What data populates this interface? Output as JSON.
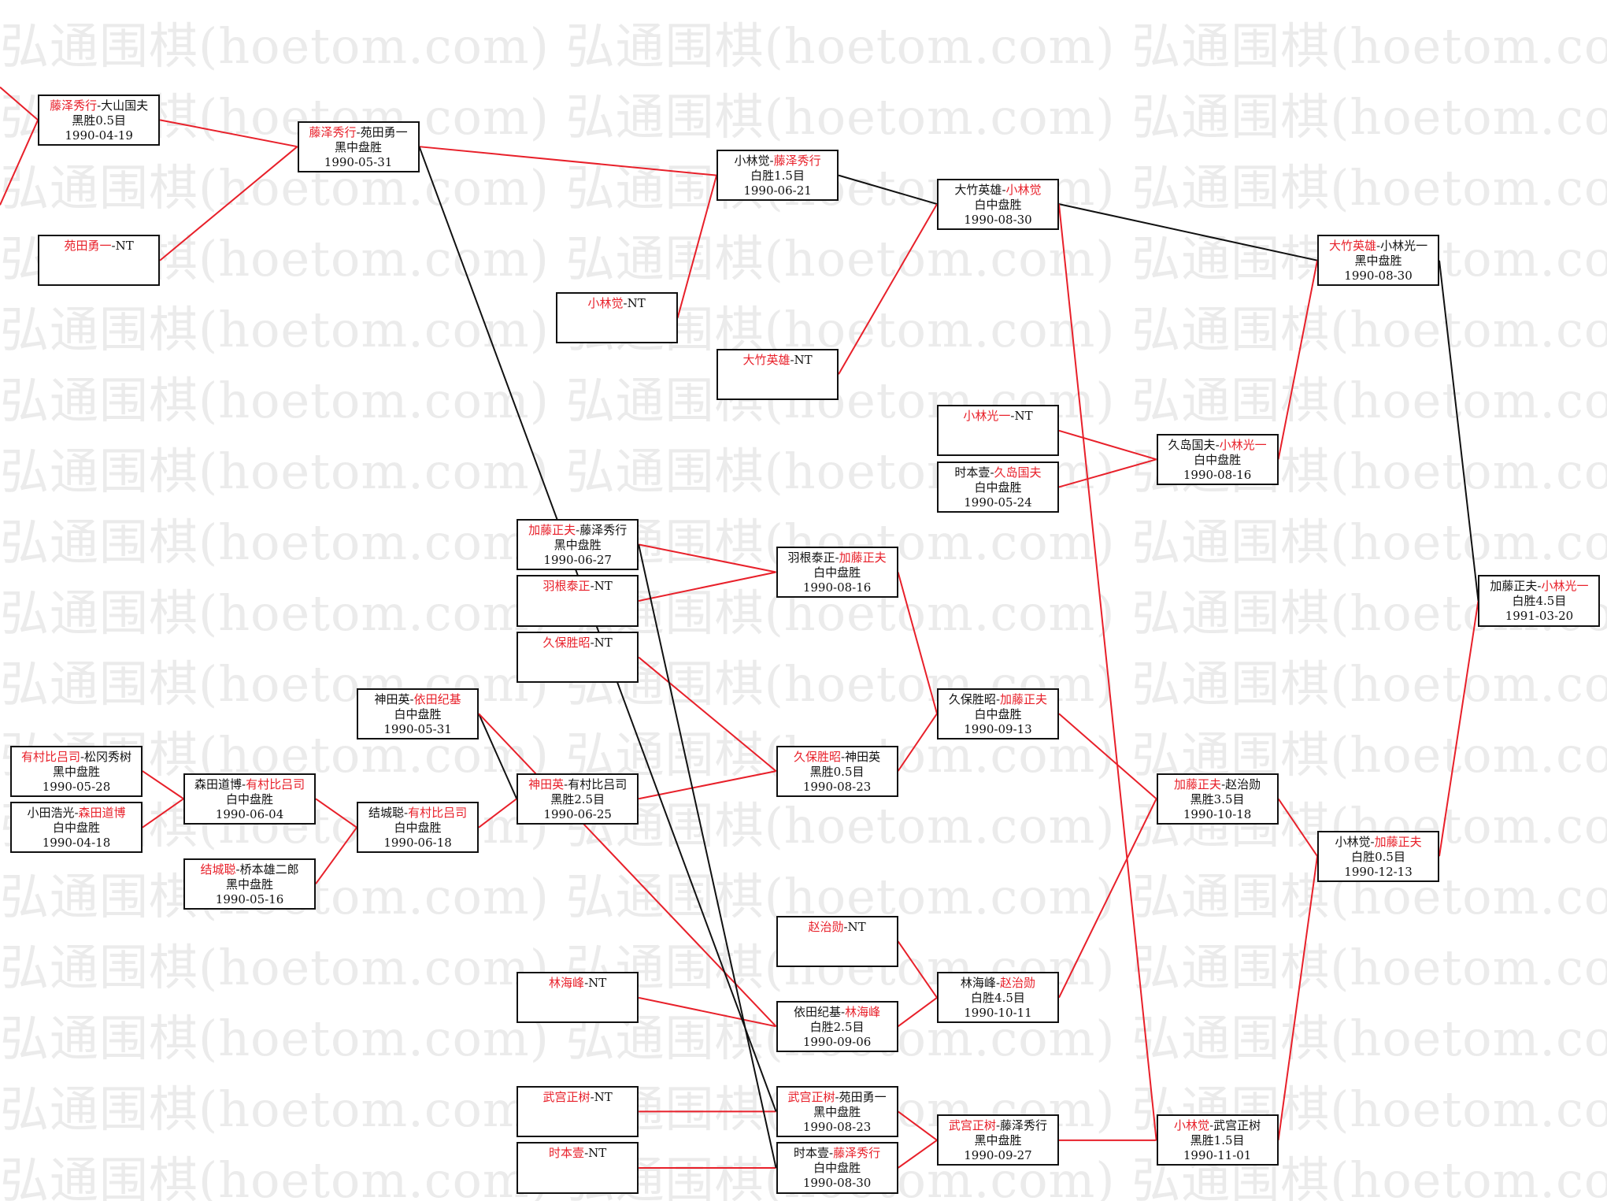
{
  "watermark": "弘通围棋(hoetom.com)",
  "colors": {
    "winner": "#e8202a",
    "loser": "#111111",
    "line_red": "#e8202a",
    "line_black": "#111111",
    "watermark": "#ebebeb"
  },
  "nodes": [
    {
      "id": "n1",
      "p1": "藤泽秀行",
      "p2": "大山国夫",
      "winner": 1,
      "result": "黑胜0.5目",
      "date": "1990-04-19"
    },
    {
      "id": "n2",
      "p1": "苑田勇一",
      "p2": "NT",
      "winner": 1,
      "result": "",
      "date": ""
    },
    {
      "id": "n3",
      "p1": "藤泽秀行",
      "p2": "苑田勇一",
      "winner": 1,
      "result": "黑中盘胜",
      "date": "1990-05-31"
    },
    {
      "id": "n4",
      "p1": "小林觉",
      "p2": "藤泽秀行",
      "winner": 2,
      "result": "白胜1.5目",
      "date": "1990-06-21"
    },
    {
      "id": "n5",
      "p1": "小林觉",
      "p2": "NT",
      "winner": 1,
      "result": "",
      "date": ""
    },
    {
      "id": "n6",
      "p1": "大竹英雄",
      "p2": "NT",
      "winner": 1,
      "result": "",
      "date": ""
    },
    {
      "id": "n7",
      "p1": "大竹英雄",
      "p2": "小林觉",
      "winner": 2,
      "result": "白中盘胜",
      "date": "1990-08-30"
    },
    {
      "id": "n8",
      "p1": "大竹英雄",
      "p2": "小林光一",
      "winner": 1,
      "result": "黑中盘胜",
      "date": "1990-08-30"
    },
    {
      "id": "n9",
      "p1": "小林光一",
      "p2": "NT",
      "winner": 1,
      "result": "",
      "date": ""
    },
    {
      "id": "n10",
      "p1": "时本壹",
      "p2": "久岛国夫",
      "winner": 2,
      "result": "白中盘胜",
      "date": "1990-05-24"
    },
    {
      "id": "n11",
      "p1": "久岛国夫",
      "p2": "小林光一",
      "winner": 2,
      "result": "白中盘胜",
      "date": "1990-08-16"
    },
    {
      "id": "n12",
      "p1": "加藤正夫",
      "p2": "小林光一",
      "winner": 2,
      "result": "白胜4.5目",
      "date": "1991-03-20"
    },
    {
      "id": "n13",
      "p1": "加藤正夫",
      "p2": "藤泽秀行",
      "winner": 1,
      "result": "黑中盘胜",
      "date": "1990-06-27"
    },
    {
      "id": "n14",
      "p1": "羽根泰正",
      "p2": "NT",
      "winner": 1,
      "result": "",
      "date": ""
    },
    {
      "id": "n15",
      "p1": "久保胜昭",
      "p2": "NT",
      "winner": 1,
      "result": "",
      "date": ""
    },
    {
      "id": "n16",
      "p1": "羽根泰正",
      "p2": "加藤正夫",
      "winner": 2,
      "result": "白中盘胜",
      "date": "1990-08-16"
    },
    {
      "id": "n17",
      "p1": "久保胜昭",
      "p2": "加藤正夫",
      "winner": 2,
      "result": "白中盘胜",
      "date": "1990-09-13"
    },
    {
      "id": "n18",
      "p1": "神田英",
      "p2": "依田纪基",
      "winner": 2,
      "result": "白中盘胜",
      "date": "1990-05-31"
    },
    {
      "id": "n19",
      "p1": "有村比吕司",
      "p2": "松冈秀树",
      "winner": 1,
      "result": "黑中盘胜",
      "date": "1990-05-28"
    },
    {
      "id": "n20",
      "p1": "小田浩光",
      "p2": "森田道博",
      "winner": 2,
      "result": "白中盘胜",
      "date": "1990-04-18"
    },
    {
      "id": "n21",
      "p1": "森田道博",
      "p2": "有村比吕司",
      "winner": 2,
      "result": "白中盘胜",
      "date": "1990-06-04"
    },
    {
      "id": "n22",
      "p1": "结城聪",
      "p2": "桥本雄二郎",
      "winner": 1,
      "result": "黑中盘胜",
      "date": "1990-05-16"
    },
    {
      "id": "n23",
      "p1": "结城聪",
      "p2": "有村比吕司",
      "winner": 2,
      "result": "白中盘胜",
      "date": "1990-06-18"
    },
    {
      "id": "n24",
      "p1": "神田英",
      "p2": "有村比吕司",
      "winner": 1,
      "result": "黑胜2.5目",
      "date": "1990-06-25"
    },
    {
      "id": "n25",
      "p1": "久保胜昭",
      "p2": "神田英",
      "winner": 1,
      "result": "黑胜0.5目",
      "date": "1990-08-23"
    },
    {
      "id": "n26",
      "p1": "加藤正夫",
      "p2": "赵治勋",
      "winner": 1,
      "result": "黑胜3.5目",
      "date": "1990-10-18"
    },
    {
      "id": "n27",
      "p1": "小林觉",
      "p2": "加藤正夫",
      "winner": 2,
      "result": "白胜0.5目",
      "date": "1990-12-13"
    },
    {
      "id": "n28",
      "p1": "赵治勋",
      "p2": "NT",
      "winner": 1,
      "result": "",
      "date": ""
    },
    {
      "id": "n29",
      "p1": "林海峰",
      "p2": "赵治勋",
      "winner": 2,
      "result": "白胜4.5目",
      "date": "1990-10-11"
    },
    {
      "id": "n30",
      "p1": "林海峰",
      "p2": "NT",
      "winner": 1,
      "result": "",
      "date": ""
    },
    {
      "id": "n31",
      "p1": "依田纪基",
      "p2": "林海峰",
      "winner": 2,
      "result": "白胜2.5目",
      "date": "1990-09-06"
    },
    {
      "id": "n32",
      "p1": "武宫正树",
      "p2": "NT",
      "winner": 1,
      "result": "",
      "date": ""
    },
    {
      "id": "n33",
      "p1": "武宫正树",
      "p2": "苑田勇一",
      "winner": 1,
      "result": "黑中盘胜",
      "date": "1990-08-23"
    },
    {
      "id": "n34",
      "p1": "时本壹",
      "p2": "NT",
      "winner": 1,
      "result": "",
      "date": ""
    },
    {
      "id": "n35",
      "p1": "时本壹",
      "p2": "藤泽秀行",
      "winner": 2,
      "result": "白中盘胜",
      "date": "1990-08-30"
    },
    {
      "id": "n36",
      "p1": "武宫正树",
      "p2": "藤泽秀行",
      "winner": 1,
      "result": "黑中盘胜",
      "date": "1990-09-27"
    },
    {
      "id": "n37",
      "p1": "小林觉",
      "p2": "武宫正树",
      "winner": 1,
      "result": "黑胜1.5目",
      "date": "1990-11-01"
    }
  ],
  "edges": [
    [
      "off",
      "n1",
      "red"
    ],
    [
      "off",
      "n1",
      "red"
    ],
    [
      "n1",
      "n3",
      "red"
    ],
    [
      "n2",
      "n3",
      "red"
    ],
    [
      "n3",
      "n4",
      "red"
    ],
    [
      "n5",
      "n4",
      "red"
    ],
    [
      "n4",
      "n7",
      "black"
    ],
    [
      "n6",
      "n7",
      "red"
    ],
    [
      "n7",
      "n8",
      "black"
    ],
    [
      "n7",
      "n37",
      "red"
    ],
    [
      "n9",
      "n11",
      "red"
    ],
    [
      "n10",
      "n11",
      "red"
    ],
    [
      "n11",
      "n8",
      "red"
    ],
    [
      "n8",
      "n12",
      "black"
    ],
    [
      "n27",
      "n12",
      "red"
    ],
    [
      "n13",
      "n16",
      "red"
    ],
    [
      "n14",
      "n16",
      "red"
    ],
    [
      "n16",
      "n17",
      "red"
    ],
    [
      "n25",
      "n17",
      "red"
    ],
    [
      "n15",
      "n25",
      "red"
    ],
    [
      "n24",
      "n25",
      "red"
    ],
    [
      "n19",
      "n21",
      "red"
    ],
    [
      "n20",
      "n21",
      "red"
    ],
    [
      "n21",
      "n23",
      "red"
    ],
    [
      "n22",
      "n23",
      "red"
    ],
    [
      "n23",
      "n24",
      "red"
    ],
    [
      "n18",
      "n24",
      "black"
    ],
    [
      "n18",
      "n31",
      "red"
    ],
    [
      "n17",
      "n26",
      "red"
    ],
    [
      "n29",
      "n26",
      "red"
    ],
    [
      "n26",
      "n27",
      "red"
    ],
    [
      "n37",
      "n27",
      "red"
    ],
    [
      "n28",
      "n29",
      "red"
    ],
    [
      "n31",
      "n29",
      "red"
    ],
    [
      "n30",
      "n31",
      "red"
    ],
    [
      "n32",
      "n33",
      "red"
    ],
    [
      "n34",
      "n35",
      "red"
    ],
    [
      "n33",
      "n36",
      "red"
    ],
    [
      "n35",
      "n36",
      "red"
    ],
    [
      "n36",
      "n37",
      "red"
    ],
    [
      "n3",
      "n33",
      "black"
    ],
    [
      "n13",
      "n35",
      "black"
    ]
  ]
}
